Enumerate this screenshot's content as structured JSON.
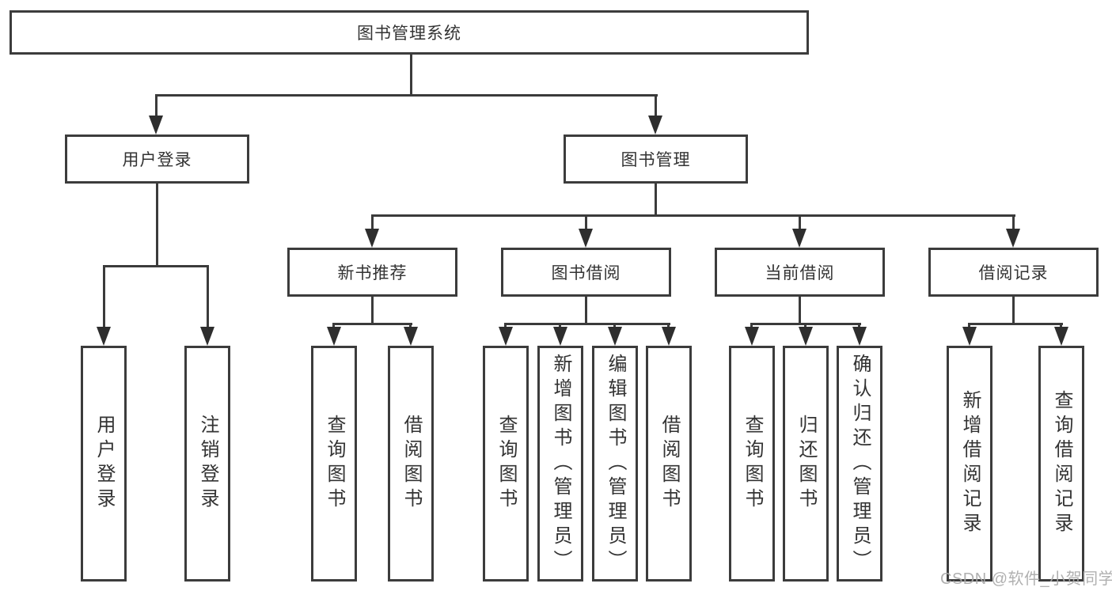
{
  "colors": {
    "line": "#3b3b3b",
    "box_border": "#3c3c3c",
    "arrowhead": "#2e2e2e",
    "text": "#333333",
    "background": "#ffffff",
    "watermark": "#a9a9a9"
  },
  "tree": {
    "label": "图书管理系统",
    "children": [
      {
        "label": "用户登录",
        "children": [
          {
            "label": "用户登录"
          },
          {
            "label": "注销登录"
          }
        ]
      },
      {
        "label": "图书管理",
        "children": [
          {
            "label": "新书推荐",
            "children": [
              {
                "label": "查询图书"
              },
              {
                "label": "借阅图书"
              }
            ]
          },
          {
            "label": "图书借阅",
            "children": [
              {
                "label": "查询图书"
              },
              {
                "label": "新增图书（管理员）"
              },
              {
                "label": "编辑图书（管理员）"
              },
              {
                "label": "借阅图书"
              }
            ]
          },
          {
            "label": "当前借阅",
            "children": [
              {
                "label": "查询图书"
              },
              {
                "label": "归还图书"
              },
              {
                "label": "确认归还（管理员）"
              }
            ]
          },
          {
            "label": "借阅记录",
            "children": [
              {
                "label": "新增借阅记录"
              },
              {
                "label": "查询借阅记录"
              }
            ]
          }
        ]
      }
    ]
  },
  "watermark": {
    "text": "CSDN @软件_小贺同学"
  }
}
